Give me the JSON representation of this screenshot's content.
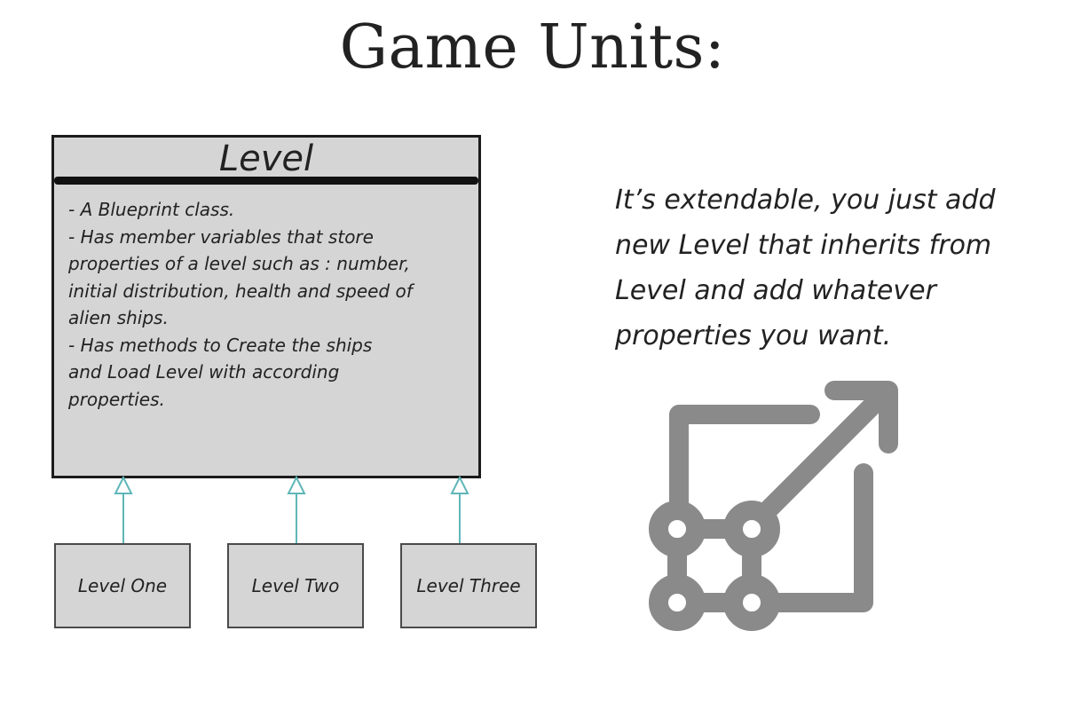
{
  "title": "Game Units:",
  "base_class": {
    "name": "Level",
    "description_lines": [
      "- A Blueprint class.",
      "- Has member variables that store",
      "properties of a level such as : number,",
      "initial distribution, health and speed of",
      "alien ships.",
      "- Has methods to Create the ships",
      "and Load Level with according",
      "properties."
    ]
  },
  "subclasses": [
    {
      "name": "Level One"
    },
    {
      "name": "Level Two"
    },
    {
      "name": "Level Three"
    }
  ],
  "side_text_lines": [
    "It’s extendable, you just add",
    "new Level that inherits from",
    "Level and add whatever",
    "properties you want."
  ],
  "icon": "extend-expand-icon",
  "colors": {
    "box_fill": "#d4d5d4",
    "inheritance_line": "#5fb6b8",
    "icon_gray": "#8a8a8a"
  }
}
